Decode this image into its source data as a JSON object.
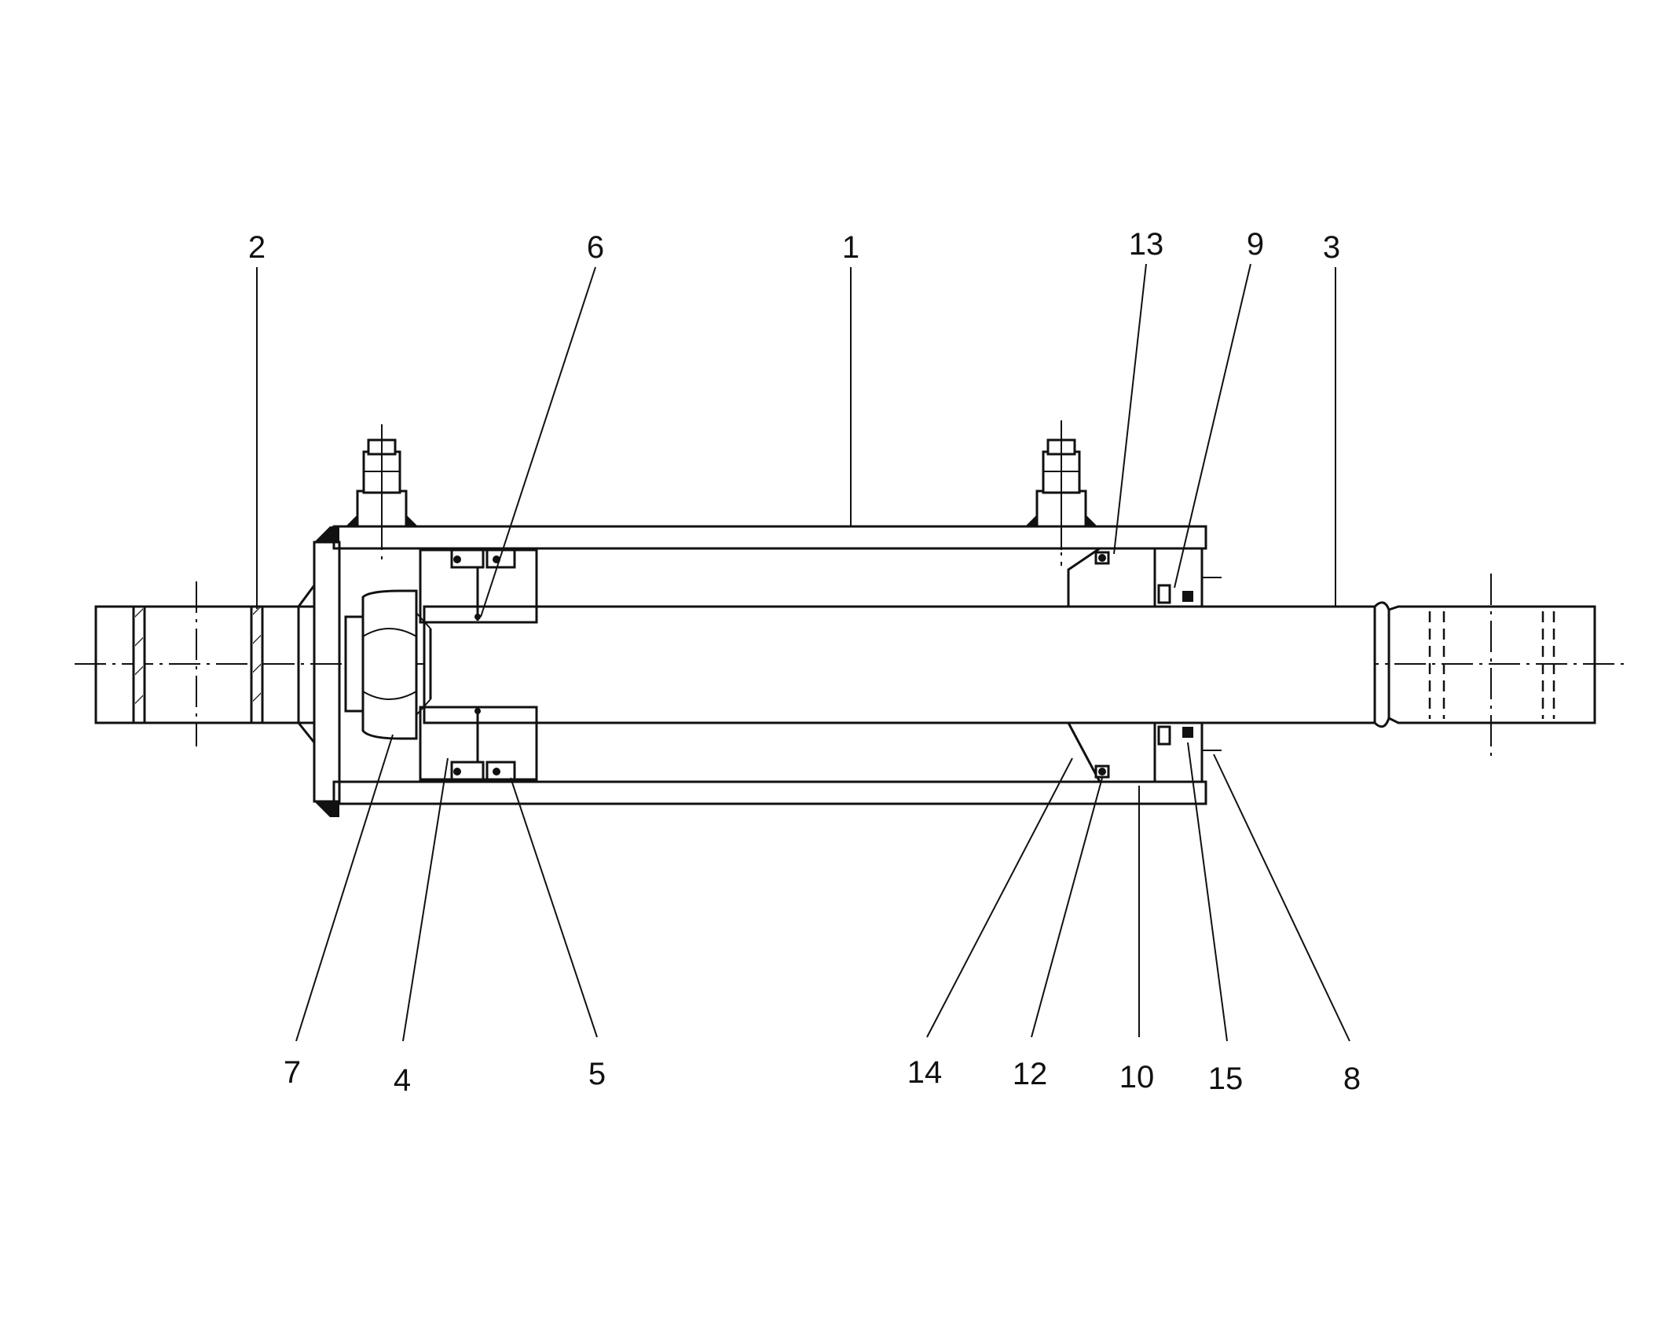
{
  "figure": {
    "callouts": [
      {
        "id": "c1",
        "text": "1"
      },
      {
        "id": "c2",
        "text": "2"
      },
      {
        "id": "c3",
        "text": "3"
      },
      {
        "id": "c4",
        "text": "4"
      },
      {
        "id": "c5",
        "text": "5"
      },
      {
        "id": "c6",
        "text": "6"
      },
      {
        "id": "c7",
        "text": "7"
      },
      {
        "id": "c8",
        "text": "8"
      },
      {
        "id": "c9",
        "text": "9"
      },
      {
        "id": "c10",
        "text": "10"
      },
      {
        "id": "c12",
        "text": "12"
      },
      {
        "id": "c13",
        "text": "13"
      },
      {
        "id": "c14",
        "text": "14"
      },
      {
        "id": "c15",
        "text": "15"
      }
    ]
  }
}
